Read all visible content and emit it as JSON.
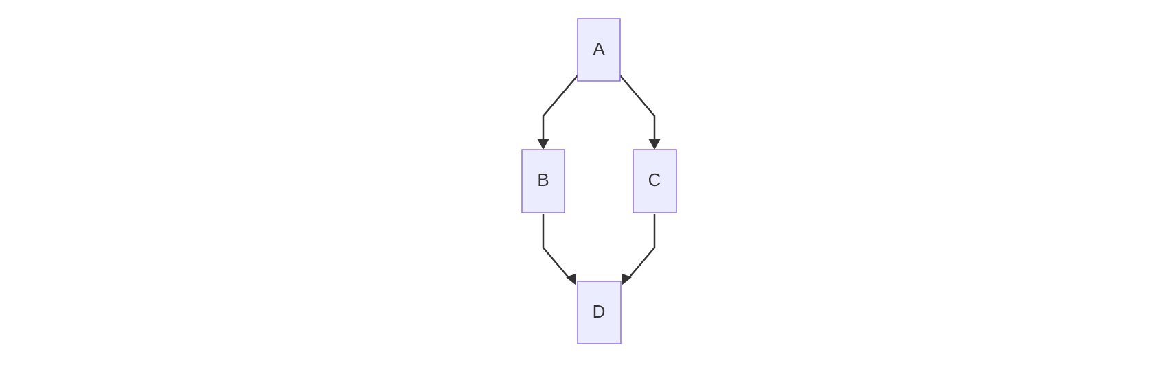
{
  "diagram": {
    "type": "flowchart",
    "direction": "top-down",
    "colors": {
      "node_fill": "#ececff",
      "node_stroke": "#9370db",
      "edge": "#333333",
      "text": "#333333",
      "background": "#ffffff"
    },
    "nodes": {
      "a": {
        "label": "A"
      },
      "b": {
        "label": "B"
      },
      "c": {
        "label": "C"
      },
      "d": {
        "label": "D"
      }
    },
    "edges": [
      {
        "from": "A",
        "to": "B"
      },
      {
        "from": "A",
        "to": "C"
      },
      {
        "from": "B",
        "to": "D"
      },
      {
        "from": "C",
        "to": "D"
      }
    ]
  }
}
